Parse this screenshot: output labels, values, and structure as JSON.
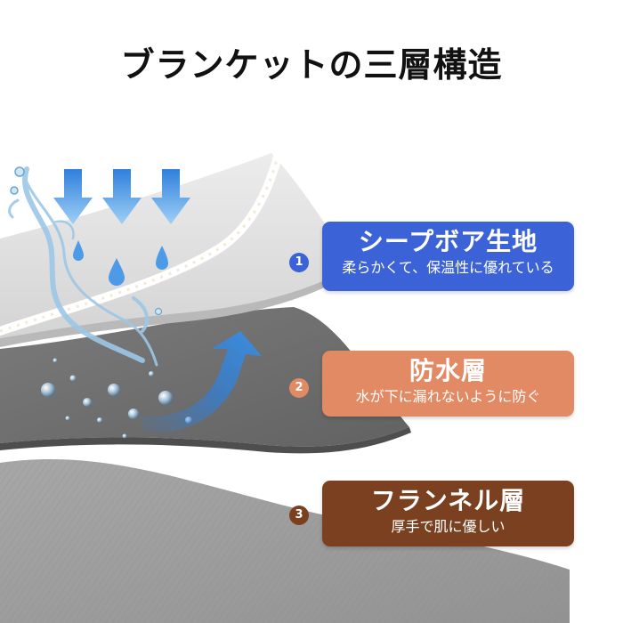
{
  "title": "ブランケットの三層構造",
  "layers": [
    {
      "number": "1",
      "title": "シープボア生地",
      "description": "柔らかくて、保温性に優れている",
      "color": "#3B62D6"
    },
    {
      "number": "2",
      "title": "防水層",
      "description": "水が下に漏れないように防ぐ",
      "color": "#E28A64"
    },
    {
      "number": "3",
      "title": "フランネル層",
      "description": "厚手で肌に優しい",
      "color": "#7A4020"
    }
  ],
  "colors": {
    "arrow": "#3A8EE0",
    "fabric_top": "#E2E2E2",
    "fabric_middle": "#777777",
    "fabric_bottom": "#A3A3A3"
  },
  "icons": {
    "down_arrows": "down-arrow-icon",
    "water_drops": "water-drop-icon",
    "curved_arrow": "curved-arrow-icon"
  }
}
